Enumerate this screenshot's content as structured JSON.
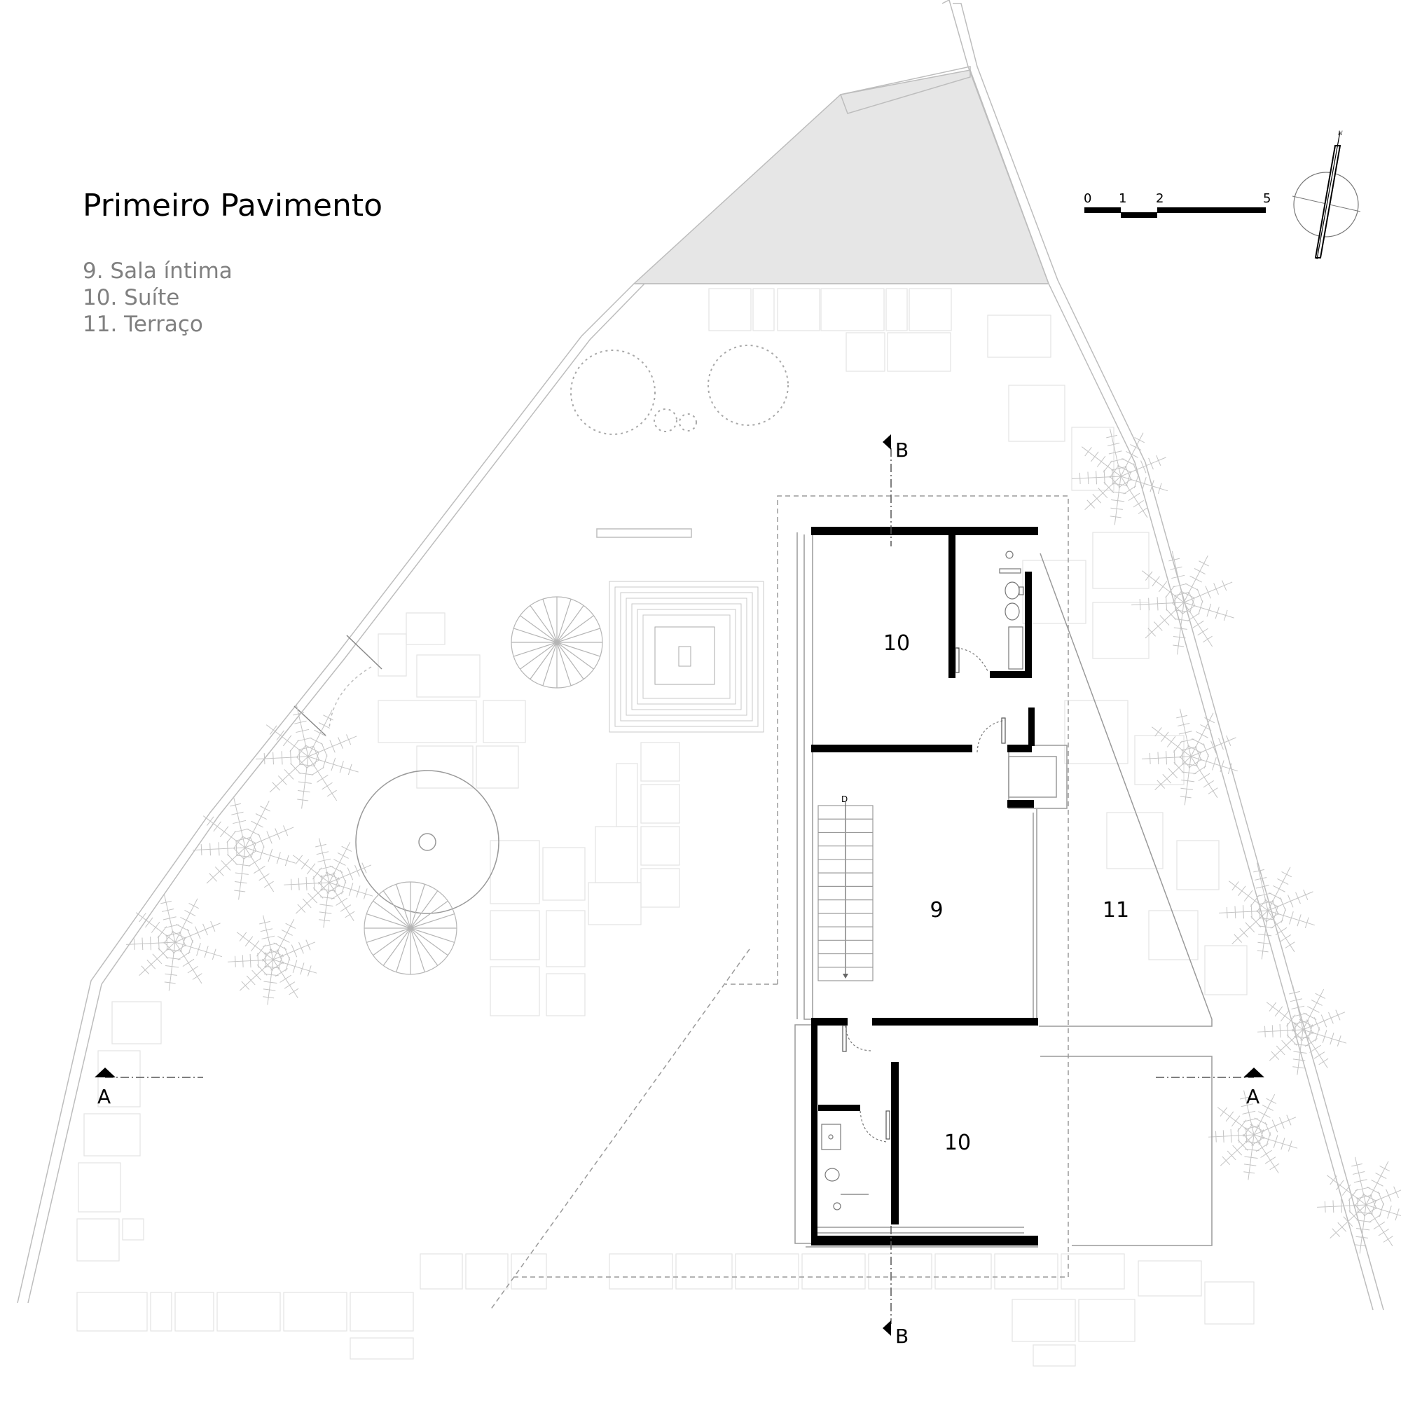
{
  "title": "Primeiro Pavimento",
  "legend": [
    "9. Sala íntima",
    "10. Suíte",
    "11. Terraço"
  ],
  "rooms": {
    "suite_top": "10",
    "sala": "9",
    "terraco": "11",
    "suite_bottom": "10"
  },
  "sections": {
    "a_left": "A",
    "a_right": "A",
    "b_top": "B",
    "b_bottom": "B"
  },
  "stair_label": "D",
  "scale": {
    "labels": [
      "0",
      "1",
      "2",
      "5"
    ]
  },
  "north": {
    "label": "N"
  },
  "colors": {
    "wall": "#000000",
    "site_line": "#bdbdbd",
    "vegetation": "#b5b5b5",
    "shaded_area": "#e6e6e6",
    "legend_text": "#808080"
  },
  "icons": [
    "north-arrow-icon",
    "section-marker-icon",
    "tree-icon",
    "palm-icon"
  ]
}
